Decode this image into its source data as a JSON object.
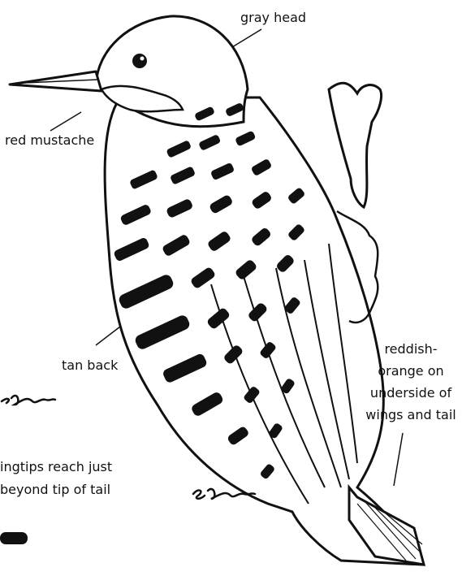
{
  "labels": {
    "gray_head": "gray head",
    "red_mustache": "red mustache",
    "tan_back": "tan back",
    "wingtips_line1": "ingtips reach just",
    "wingtips_line2": "beyond tip of tail",
    "underside_lines": [
      "reddish-",
      "orange on",
      "underside of",
      "wings and tail"
    ]
  },
  "signatures": [
    "EL Unger",
    "EL Unger"
  ],
  "colors": {
    "ink": "#111111",
    "paper": "#ffffff"
  }
}
